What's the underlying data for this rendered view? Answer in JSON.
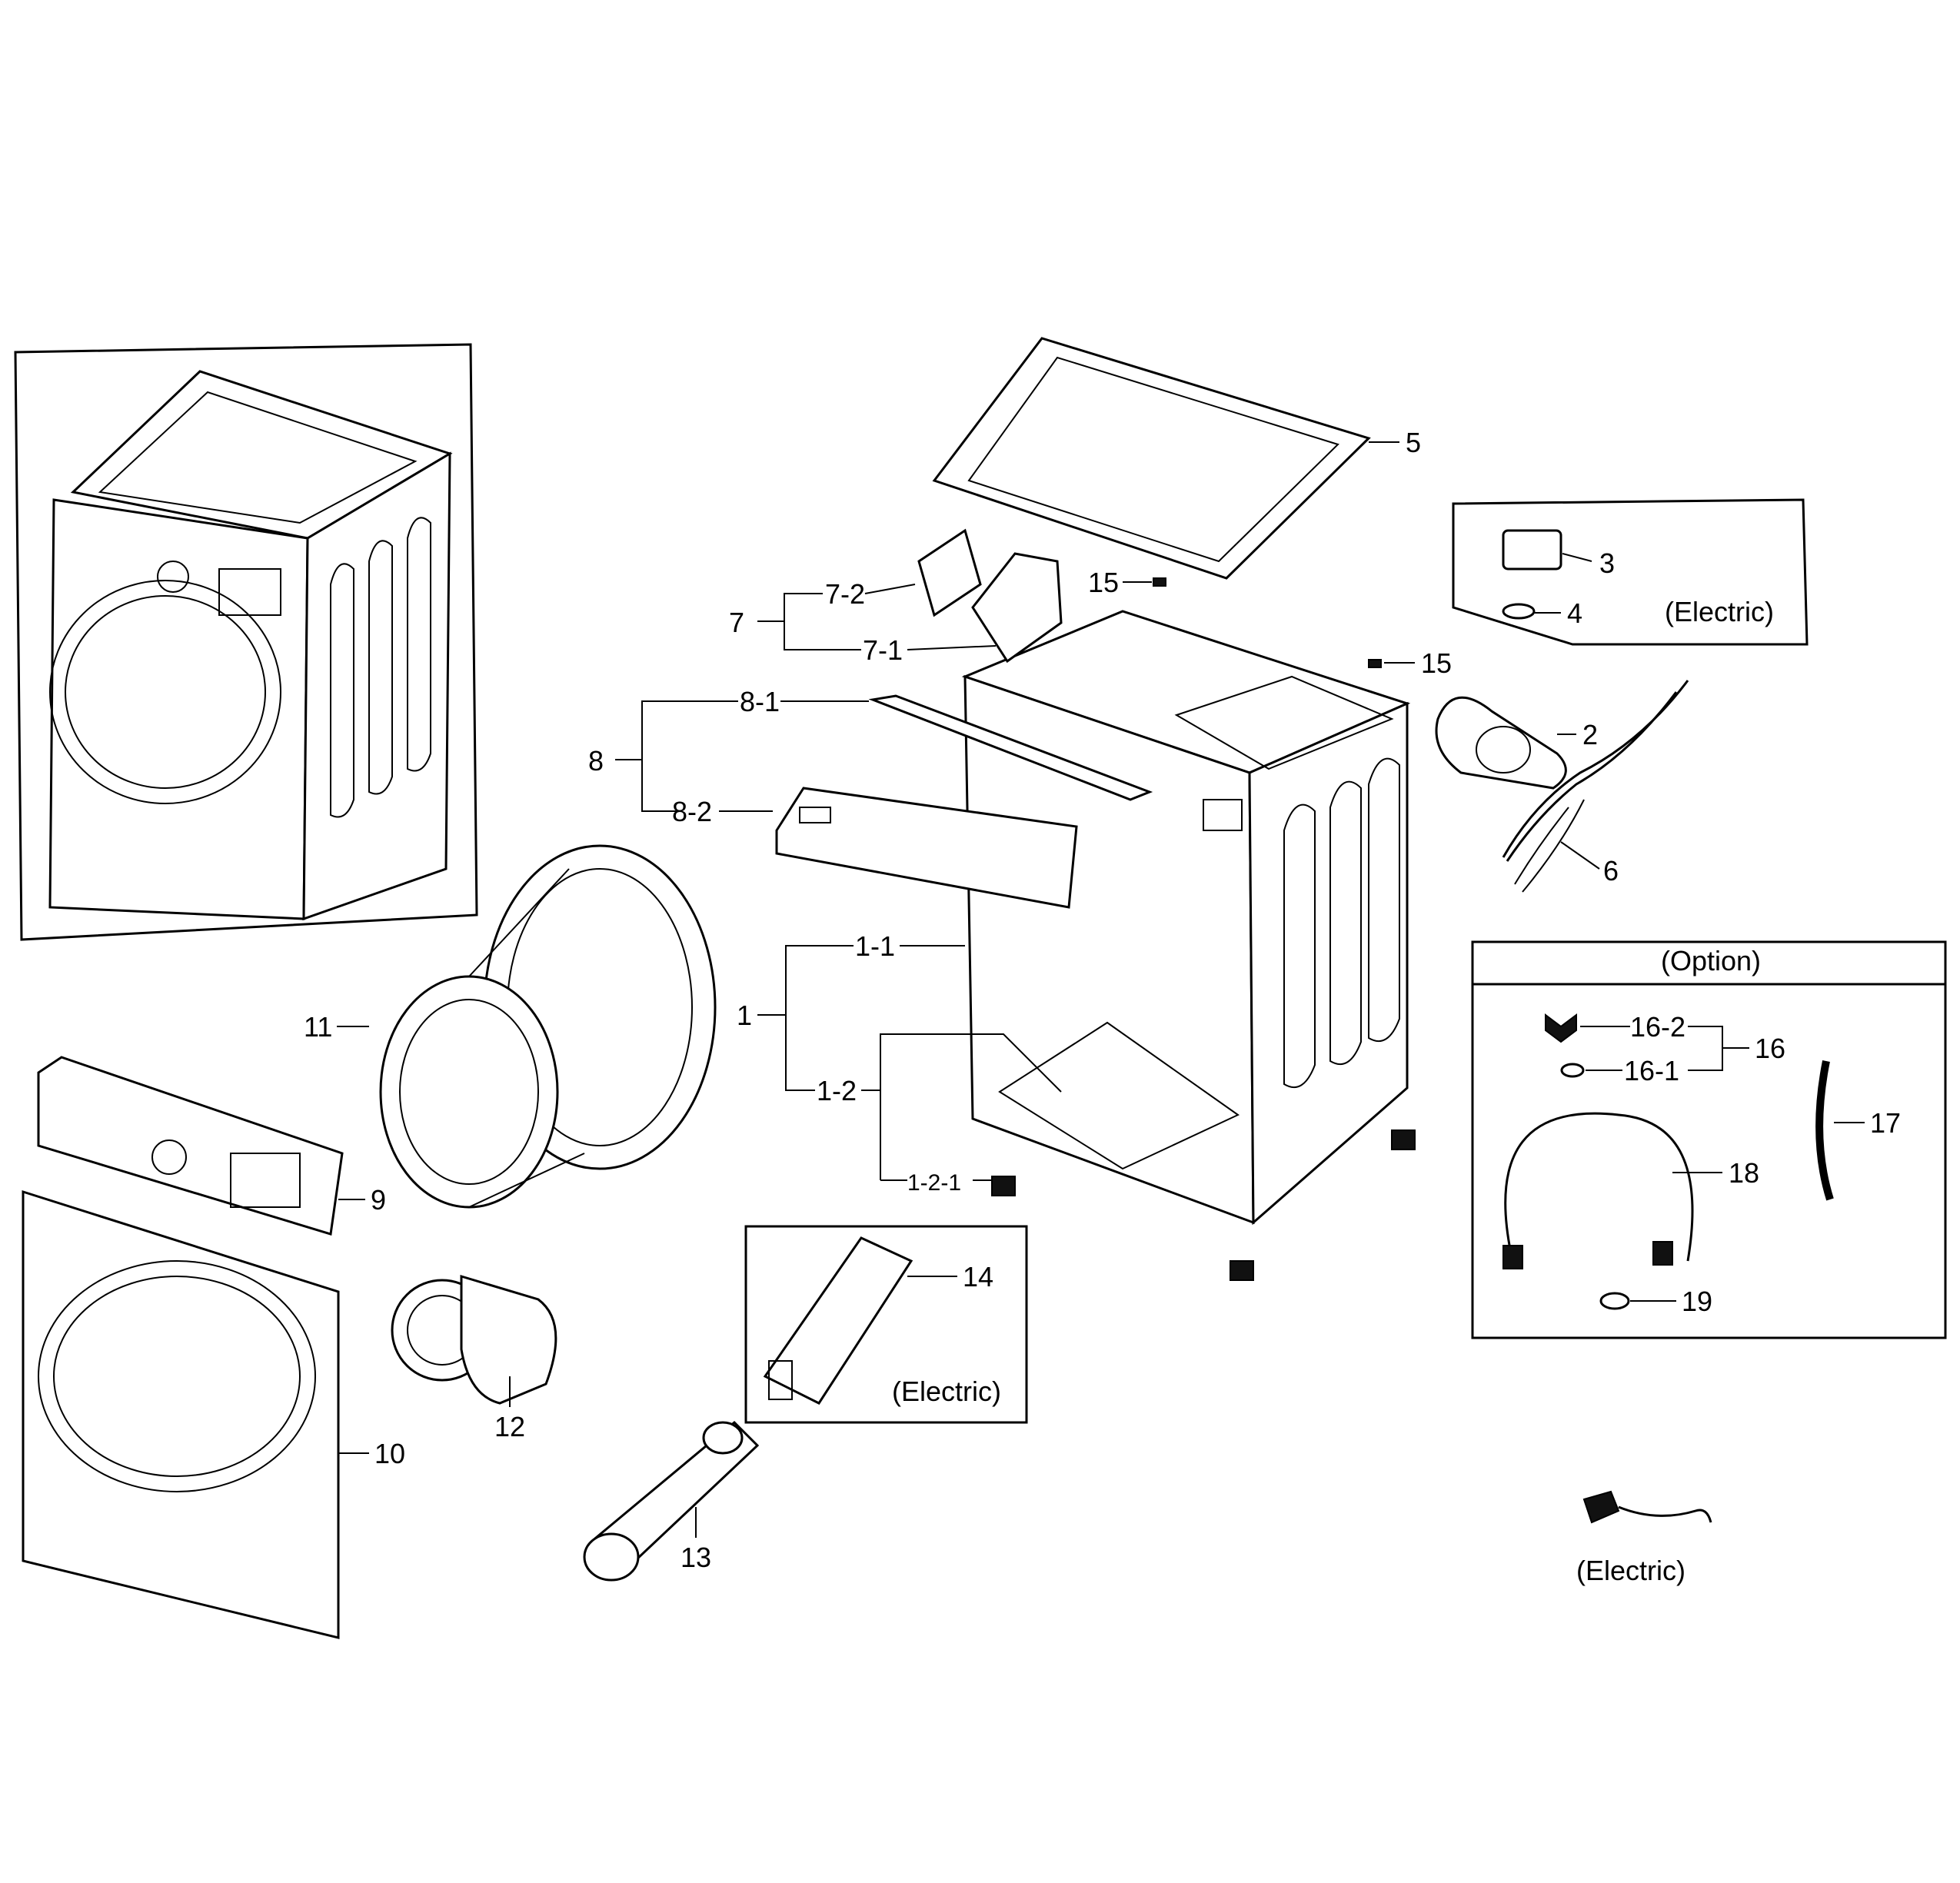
{
  "labels": {
    "l1": "1",
    "l1_1": "1-1",
    "l1_2": "1-2",
    "l1_2_1": "1-2-1",
    "l2": "2",
    "l3": "3",
    "l4": "4",
    "l5": "5",
    "l6": "6",
    "l7": "7",
    "l7_1": "7-1",
    "l7_2": "7-2",
    "l8": "8",
    "l8_1": "8-1",
    "l8_2": "8-2",
    "l9": "9",
    "l10": "10",
    "l11": "11",
    "l12": "12",
    "l13": "13",
    "l14": "14",
    "l15a": "15",
    "l15b": "15",
    "l16": "16",
    "l16_1": "16-1",
    "l16_2": "16-2",
    "l17": "17",
    "l18": "18",
    "l19": "19"
  },
  "boxes": {
    "electric_top": "(Electric)",
    "electric_heater": "(Electric)",
    "electric_cord": "(Electric)",
    "option": "(Option)"
  }
}
